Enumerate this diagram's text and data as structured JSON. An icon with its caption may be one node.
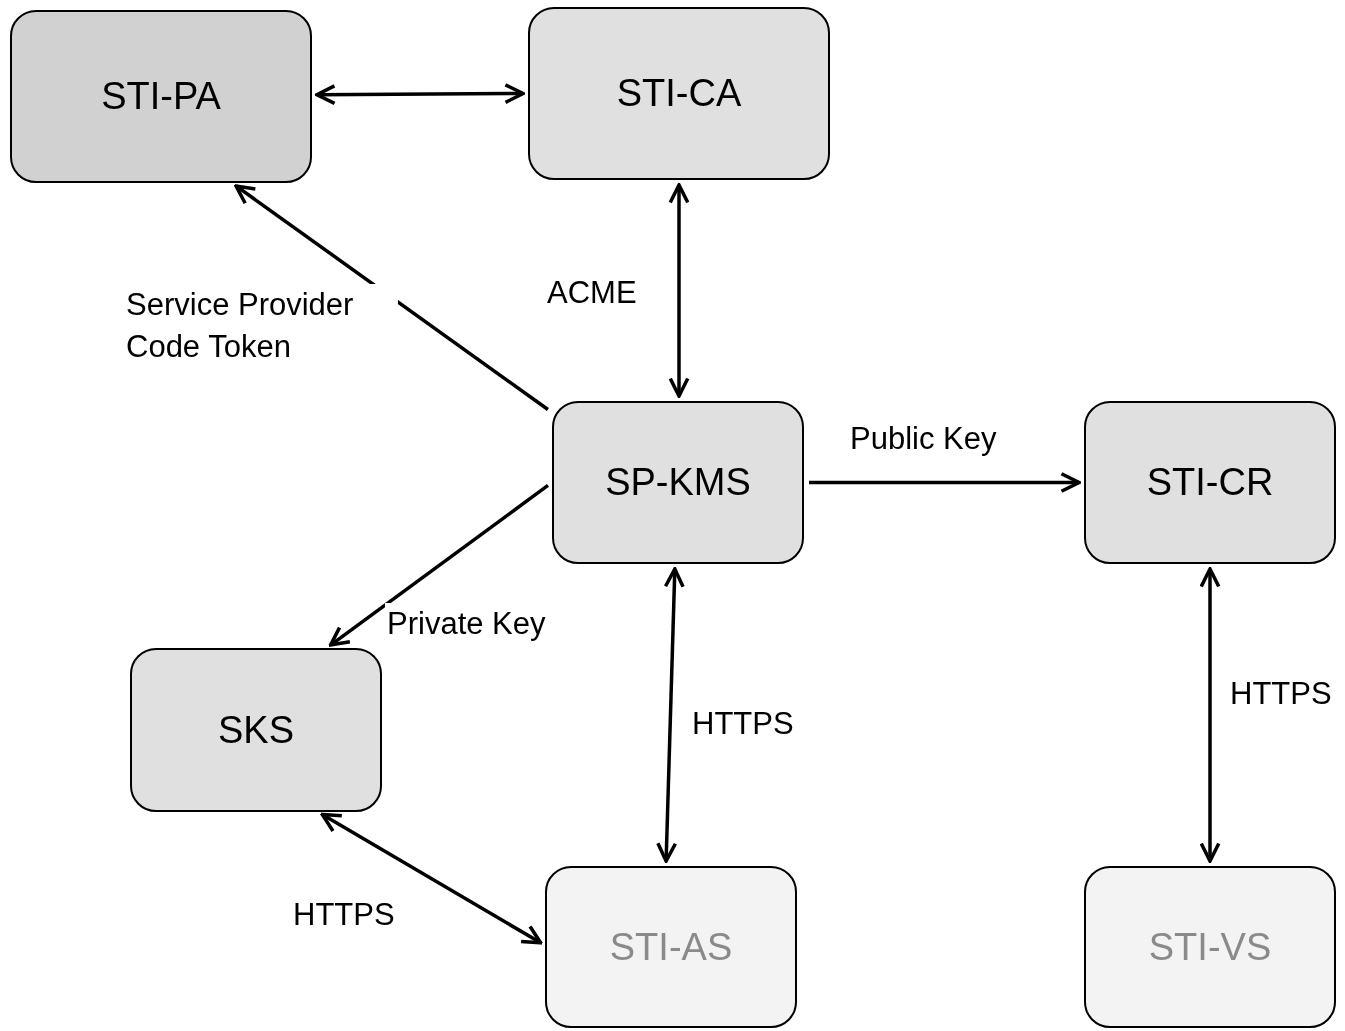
{
  "diagram": {
    "nodes": [
      {
        "text": [
          "STI-PA"
        ]
      },
      {
        "text": [
          "STI-CA"
        ]
      },
      {
        "text": [
          "SP-KMS"
        ]
      },
      {
        "text": [
          "STI-CR"
        ]
      },
      {
        "text": [
          "SKS"
        ]
      },
      {
        "text": [
          "STI-AS"
        ]
      },
      {
        "text": [
          "STI-VS"
        ]
      }
    ],
    "edges": [
      {
        "from": 0,
        "to": 1,
        "arrow": "both"
      },
      {
        "from": 2,
        "to": 0,
        "arrow": "to",
        "label": "Service Provider Code Token"
      },
      {
        "from": 1,
        "to": 2,
        "arrow": "both",
        "label": "ACME"
      },
      {
        "from": 2,
        "to": 3,
        "arrow": "to",
        "label": "Public Key"
      },
      {
        "from": 2,
        "to": 4,
        "arrow": "to",
        "label": "Private Key"
      },
      {
        "from": 2,
        "to": 5,
        "arrow": "both",
        "label": "HTTPS"
      },
      {
        "from": 3,
        "to": 6,
        "arrow": "both",
        "label": "HTTPS"
      },
      {
        "from": 4,
        "to": 5,
        "arrow": "both",
        "label": "HTTPS"
      }
    ]
  }
}
